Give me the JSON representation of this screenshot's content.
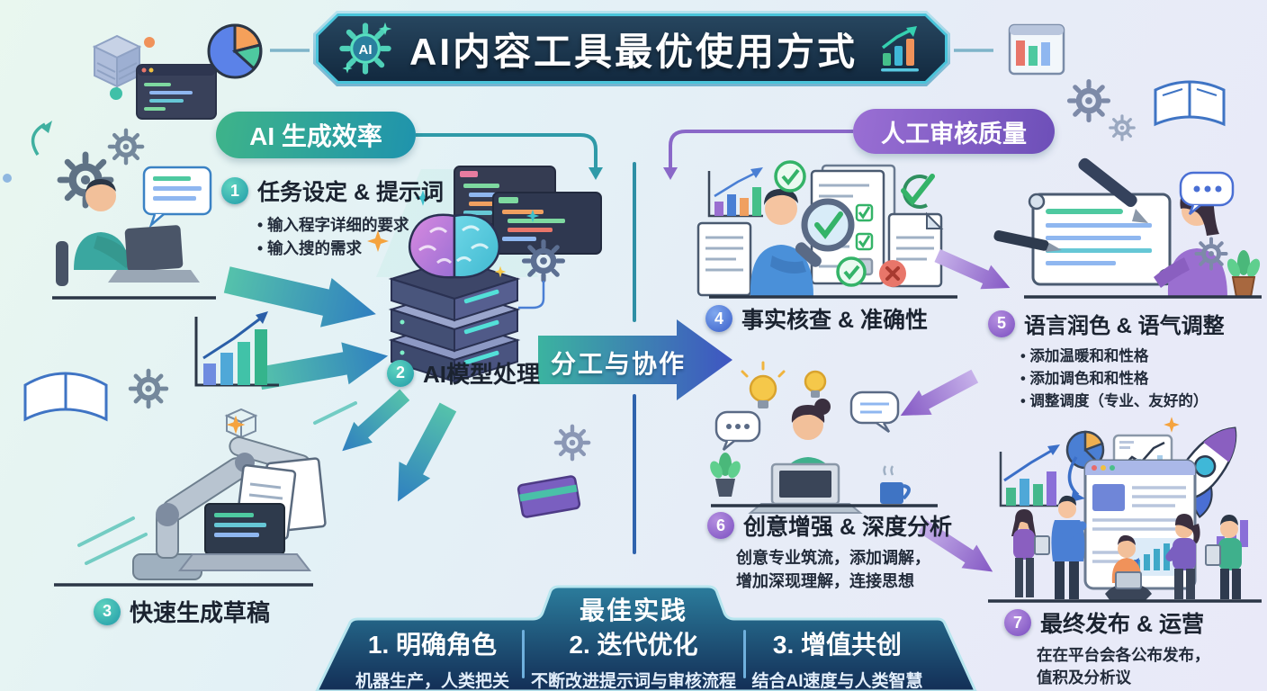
{
  "title": {
    "text": "AI内容工具最优使用方式",
    "badge": "AI"
  },
  "branches": {
    "left": {
      "label": "AI 生成效率"
    },
    "right": {
      "label": "人工审核质量"
    }
  },
  "center_arrow": {
    "label": "分工与协作"
  },
  "steps": [
    {
      "num": "1",
      "title": "任务设定 & 提示词",
      "bullets": [
        "输入程字详细的要求",
        "输入搜的需求"
      ]
    },
    {
      "num": "2",
      "title": "AI模型处理"
    },
    {
      "num": "3",
      "title": "快速生成草稿"
    },
    {
      "num": "4",
      "title": "事实核查 & 准确性"
    },
    {
      "num": "5",
      "title": "语言润色 & 语气调整",
      "bullets": [
        "添加温暖和和性格",
        "添加调色和和性格",
        "调整调度（专业、友好的）"
      ]
    },
    {
      "num": "6",
      "title": "创意增强 & 深度分析",
      "desc": [
        "创意专业筑流，添加调解，",
        "增加深现理解，连接思想"
      ]
    },
    {
      "num": "7",
      "title": "最终发布 & 运营",
      "desc": [
        "在在平台会各公布发布，",
        "值积及分析议"
      ]
    }
  ],
  "best_practices": {
    "title": "最佳实践",
    "items": [
      {
        "heading": "1. 明确角色",
        "desc": "机器生产，人类把关"
      },
      {
        "heading": "2. 迭代优化",
        "desc": "不断改进提示词与审核流程"
      },
      {
        "heading": "3. 增值共创",
        "desc": "结合AI速度与人类智慧"
      }
    ]
  },
  "colors": {
    "accent_teal": "#2f9fae",
    "accent_purple": "#8a63c9",
    "accent_blue": "#3b5fc8",
    "banner_navy": "#16283f",
    "panel_navy": "#14315a",
    "check_green": "#34b368",
    "error_red": "#e8766a"
  }
}
